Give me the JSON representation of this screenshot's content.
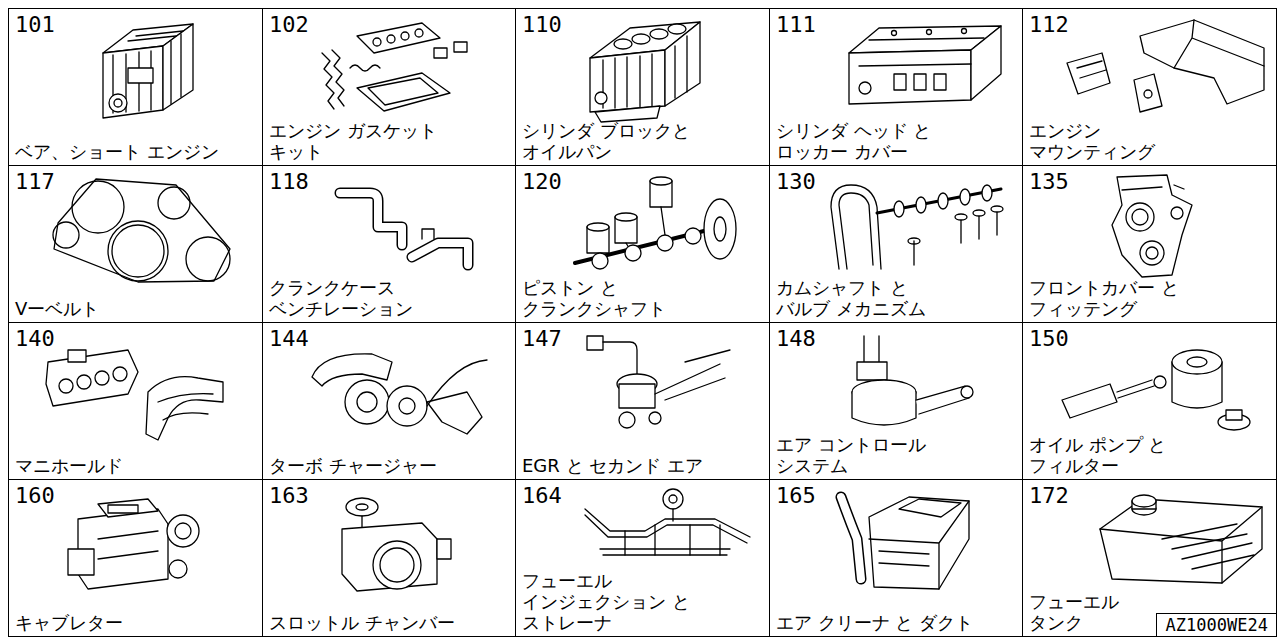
{
  "diagram": {
    "nodes": [
      {
        "text": [
          "101",
          "ベア、ショート エンジン"
        ]
      },
      {
        "text": [
          "102",
          "エンジン ガスケット キット"
        ]
      },
      {
        "text": [
          "110",
          "シリンダ ブロックと オイルパン"
        ]
      },
      {
        "text": [
          "111",
          "シリンダ ヘッド と ロッカー カバー"
        ]
      },
      {
        "text": [
          "112",
          "エンジン マウンティング"
        ]
      },
      {
        "text": [
          "117",
          "Vーベルト"
        ]
      },
      {
        "text": [
          "118",
          "クランクケース ベンチレーション"
        ]
      },
      {
        "text": [
          "120",
          "ピストン と クランクシャフト"
        ]
      },
      {
        "text": [
          "130",
          "カムシャフト と バルブ メカニズム"
        ]
      },
      {
        "text": [
          "135",
          "フロントカバー と フィッテング"
        ]
      },
      {
        "text": [
          "140",
          "マニホールド"
        ]
      },
      {
        "text": [
          "144",
          "ターボ チャージャー"
        ]
      },
      {
        "text": [
          "147",
          "EGR と セカンド エア"
        ]
      },
      {
        "text": [
          "148",
          "エア コントロール システム"
        ]
      },
      {
        "text": [
          "150",
          "オイル ポンプ と フィルター"
        ]
      },
      {
        "text": [
          "160",
          "キャブレター"
        ]
      },
      {
        "text": [
          "163",
          "スロットル チャンバー"
        ]
      },
      {
        "text": [
          "164",
          "フューエル インジェクション と ストレーナ"
        ]
      },
      {
        "text": [
          "165",
          "エア クリーナ と ダクト"
        ]
      },
      {
        "text": [
          "172",
          "フューエル タンク"
        ]
      },
      {
        "text": [
          "AZ1000WE24"
        ],
        "in": 19
      }
    ]
  }
}
